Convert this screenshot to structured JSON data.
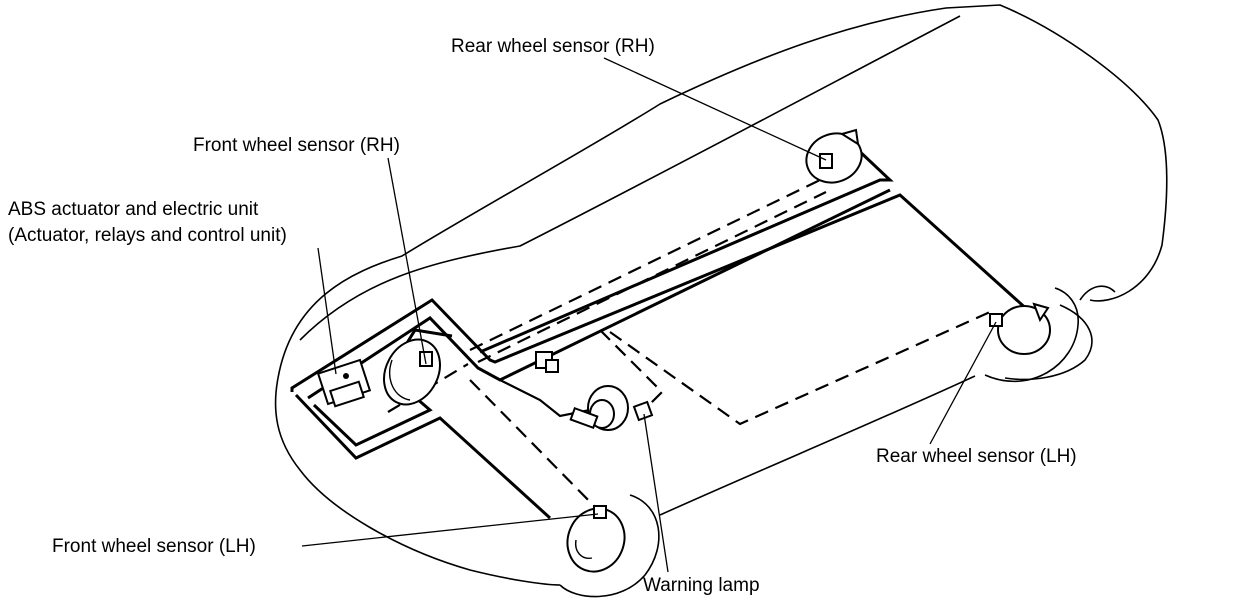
{
  "labels": {
    "rear_rh": "Rear wheel sensor (RH)",
    "front_rh": "Front wheel sensor (RH)",
    "abs_unit_line1": "ABS actuator and electric unit",
    "abs_unit_line2": "(Actuator, relays and control unit)",
    "rear_lh": "Rear wheel sensor (LH)",
    "front_lh": "Front wheel sensor (LH)",
    "warning_lamp": "Warning lamp"
  }
}
